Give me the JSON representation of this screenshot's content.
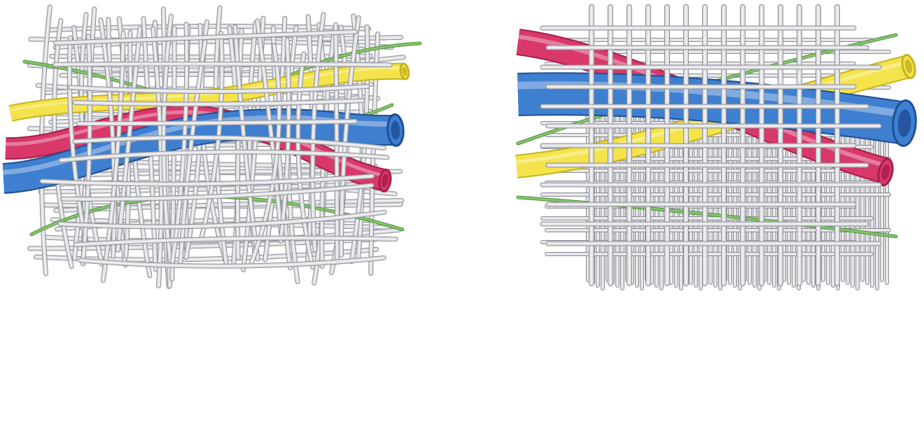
{
  "figure": {
    "panels": [
      {
        "id": "irregular",
        "fiber_pattern": "dense-irregular"
      },
      {
        "id": "regular",
        "fiber_pattern": "woven-grid"
      }
    ],
    "colors": {
      "background": "#ffffff",
      "fiber_fill": "#dcdde0",
      "fiber_edge": "#8e9096",
      "artery_red": "#d8386a",
      "artery_red_dark": "#a81e4a",
      "vein_blue": "#3e7fd0",
      "vein_blue_dark": "#1f4f96",
      "lymph_yellow": "#f4e34a",
      "lymph_yellow_dark": "#c6b321",
      "nerve_green": "#86c46e",
      "nerve_green_dark": "#4f8f3a"
    }
  }
}
